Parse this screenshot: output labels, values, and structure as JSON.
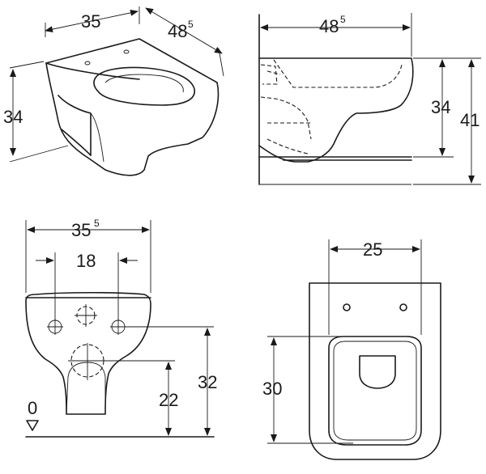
{
  "views": {
    "perspective": {
      "width": "35",
      "depth_main": "48",
      "depth_sup": "5",
      "height": "34"
    },
    "side": {
      "depth_main": "48",
      "depth_sup": "5",
      "rim_height": "34",
      "total_height": "41"
    },
    "front": {
      "width_main": "35",
      "width_sup": "5",
      "bolt_spacing": "18",
      "drain_height": "22",
      "inlet_height": "32",
      "floor_level": "0"
    },
    "top": {
      "width": "25",
      "seat_length": "30"
    }
  }
}
